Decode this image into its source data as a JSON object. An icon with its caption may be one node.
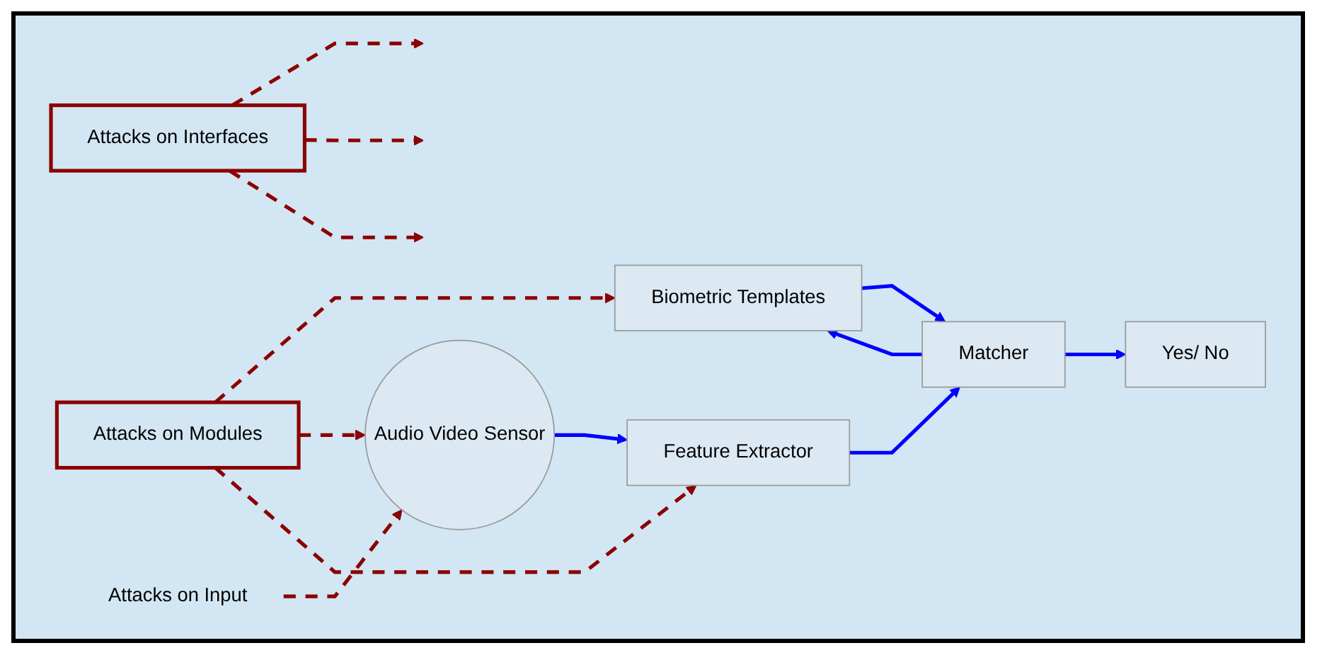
{
  "diagram": {
    "nodes": [
      {
        "text": [
          "Attacks on Modules"
        ]
      },
      {
        "text": [
          "Biometric Templates"
        ]
      },
      {
        "text": [
          "Audio Video Sensor"
        ]
      },
      {
        "text": [
          "Feature Extractor"
        ]
      },
      {
        "text": [
          "Matcher"
        ]
      },
      {
        "text": [
          "Yes/ No"
        ]
      },
      {
        "text": [
          "Attacks on Interfaces"
        ]
      },
      {
        "text": [
          "Attacks on Input"
        ]
      }
    ],
    "edges": [
      {
        "from": 0,
        "to": 1,
        "arrow": "to",
        "style": "dashed"
      },
      {
        "from": 0,
        "to": 2,
        "arrow": "to",
        "style": "dashed"
      },
      {
        "from": 0,
        "to": 3,
        "arrow": "to",
        "style": "dashed"
      },
      {
        "from": 1,
        "to": 4,
        "arrow": "to",
        "color": "#0000ff"
      },
      {
        "from": 4,
        "to": 1,
        "arrow": "to",
        "color": "#0000ff"
      },
      {
        "from": 7,
        "to": 2,
        "arrow": "to",
        "style": "dashed"
      },
      {
        "from": 2,
        "to": 3,
        "arrow": "to",
        "color": "#0000ff"
      },
      {
        "from": 3,
        "to": 4,
        "arrow": "to",
        "color": "#0000ff"
      },
      {
        "from": 4,
        "to": 5,
        "arrow": "to",
        "color": "#0000ff"
      },
      {
        "from": 6,
        "to": null,
        "arrow": "to",
        "style": "dashed"
      },
      {
        "from": 6,
        "to": null,
        "arrow": "to",
        "style": "dashed"
      },
      {
        "from": 6,
        "to": null,
        "arrow": "to",
        "style": "dashed"
      }
    ]
  }
}
